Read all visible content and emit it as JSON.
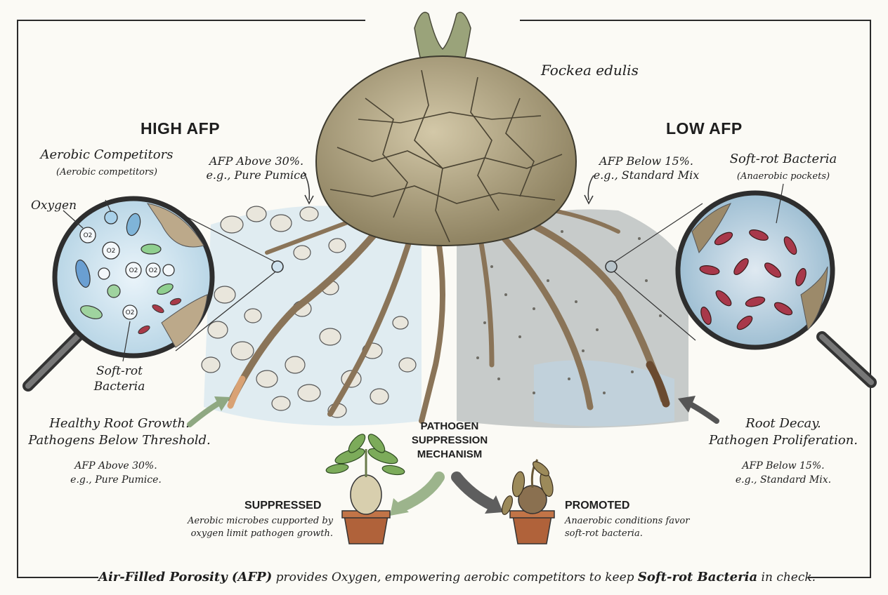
{
  "species": "Fockea edulis",
  "left": {
    "heading": "HIGH AFP",
    "aerobic_title": "Aerobic Competitors",
    "aerobic_sub": "(Aerobic competitors)",
    "oxygen": "Oxygen",
    "softrot_line1": "Soft-rot",
    "softrot_line2": "Bacteria",
    "afp_line1": "AFP Above 30%.",
    "afp_line2": "e.g., Pure Pumice",
    "outcome_line1": "Healthy Root Growth.",
    "outcome_line2": "Pathogens Below Threshold.",
    "note_line1": "AFP Above 30%.",
    "note_line2": "e.g., Pure Pumice.",
    "o2": "O2"
  },
  "right": {
    "heading": "LOW AFP",
    "softrot_title": "Soft-rot Bacteria",
    "softrot_sub": "(Anaerobic pockets)",
    "afp_line1": "AFP Below 15%.",
    "afp_line2": "e.g., Standard Mix",
    "outcome_line1": "Root Decay.",
    "outcome_line2": "Pathogen Proliferation.",
    "note_line1": "AFP Below 15%.",
    "note_line2": "e.g., Standard Mix."
  },
  "mechanism": {
    "line1": "PATHOGEN",
    "line2": "SUPPRESSION",
    "line3": "MECHANISM",
    "suppressed_title": "SUPPRESSED",
    "suppressed_line1": "Aerobic microbes cupported by",
    "suppressed_line2": "oxygen limit pathogen growth.",
    "promoted_title": "PROMOTED",
    "promoted_line1": "Anaerobic conditions favor",
    "promoted_line2": "soft-rot bacteria."
  },
  "footer": {
    "part1": "Air-Filled Porosity (AFP)",
    "part2": " provides Oxygen, empowering aerobic competitors to keep ",
    "part3": "Soft-rot Bacteria",
    "part4": " in check."
  },
  "colors": {
    "frame": "#2b2b2b",
    "caudex": "#b7ab8a",
    "caudex_dark": "#7b6f52",
    "stem": "#9aa37a",
    "root": "#a08a69",
    "pumice": "#e9e6dc",
    "water": "#bcd6e6",
    "soil": "#7c7a72",
    "aerobic_microbe": "#7fbf7f",
    "pathogen": "#b23a4a",
    "pot": "#b0623a",
    "arrow_green": "#9cb48c",
    "arrow_dark": "#5a5a5a"
  }
}
